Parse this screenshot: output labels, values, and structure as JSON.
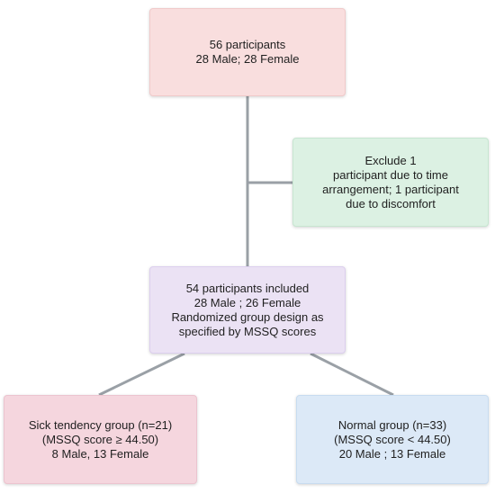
{
  "nodes": {
    "top": {
      "line1": "56 participants",
      "line2": "28 Male; 28 Female"
    },
    "exclude": {
      "line1": "Exclude 1",
      "line2": "participant due to time",
      "line3": "arrangement; 1 participant",
      "line4": "due to discomfort"
    },
    "included": {
      "line1": "54 participants included",
      "line2": "28 Male ; 26 Female",
      "line3": "Randomized group design as",
      "line4": "specified by MSSQ scores"
    },
    "sick": {
      "line1": "Sick tendency group (n=21)",
      "line2": "(MSSQ score ≥ 44.50)",
      "line3": "8 Male, 13 Female"
    },
    "normal": {
      "line1": "Normal group (n=33)",
      "line2": "(MSSQ score < 44.50)",
      "line3": "20 Male ; 13 Female"
    }
  },
  "colors": {
    "top_fill": "#f9dede",
    "exclude_fill": "#dcf1e3",
    "included_fill": "#ebe2f4",
    "sick_fill": "#f5d6de",
    "normal_fill": "#dce9f7",
    "connector": "#9aa0a6"
  }
}
